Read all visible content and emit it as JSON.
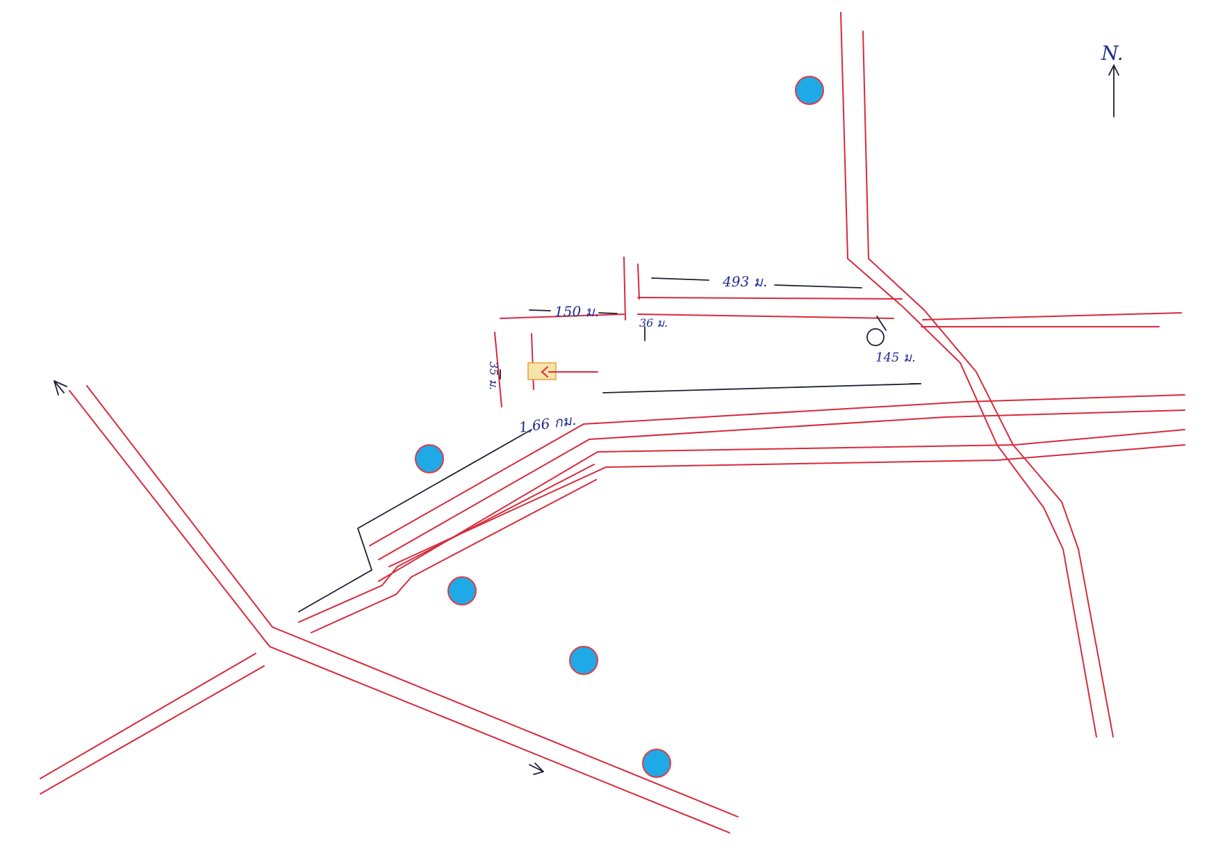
{
  "header_notes": {
    "line1": "",
    "line2": "",
    "line3": "",
    "line4": ""
  },
  "north_arrow": {
    "label": "N."
  },
  "subject_parcel": {
    "label": "",
    "sub": ""
  },
  "distances": {
    "d1": "493 ม.",
    "d2": "150 ม.",
    "d3": "36 ม.",
    "d4": "35 ม.",
    "d5": "145 ม.",
    "d6": "1,66 กม."
  },
  "road_labels": {
    "top_right": "",
    "main_horizontal": "",
    "junction_diag": "",
    "lower_right": "",
    "left_road": "",
    "bottom_road": "",
    "bottom_left": "",
    "to_top_left": "",
    "to_bottom": ""
  },
  "landmarks": [
    {
      "label": ""
    },
    {
      "label": ""
    },
    {
      "label": ""
    },
    {
      "label": ""
    },
    {
      "label": ""
    },
    {
      "label": ""
    }
  ],
  "colors": {
    "road": "#d8283a",
    "landmark": "#1fa9e6",
    "ink": "#1f2a8c",
    "parcel": "#f6e4a8"
  }
}
